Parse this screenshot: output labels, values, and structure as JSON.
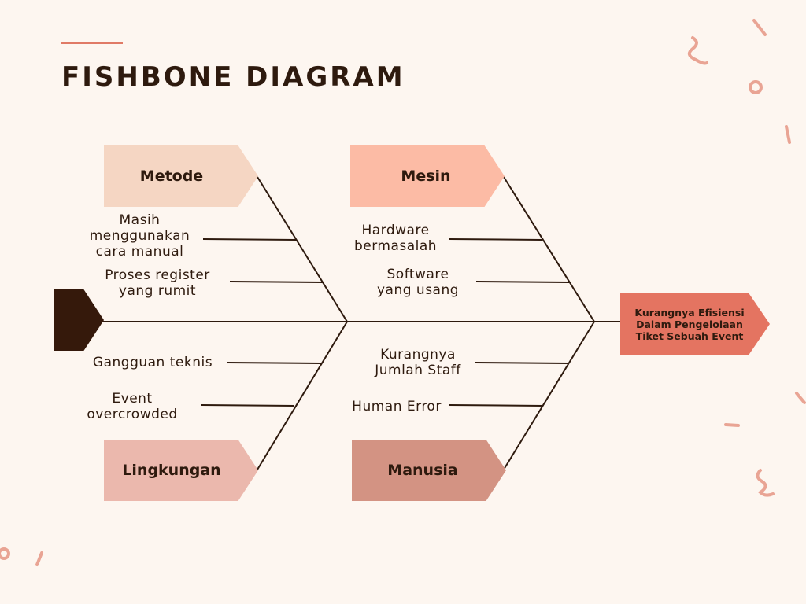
{
  "title": "FISHBONE DIAGRAM",
  "effect": "Kurangnya Efisiensi Dalam Pengelolaan Tiket Sebuah Event",
  "categories": {
    "metode": "Metode",
    "mesin": "Mesin",
    "lingkungan": "Lingkungan",
    "manusia": "Manusia"
  },
  "causes": {
    "metode_1": "Masih\nmenggunakan\ncara manual",
    "metode_2": "Proses register\nyang rumit",
    "mesin_1": "Hardware\nbermasalah",
    "mesin_2": "Software\nyang usang",
    "lingkungan_1": "Gangguan teknis",
    "lingkungan_2": "Event\novercrowded",
    "manusia_1": "Kurangnya\nJumlah Staff",
    "manusia_2": "Human Error"
  },
  "colors": {
    "background": "#fdf6f0",
    "accent": "#e07a66",
    "metode": "#f5d6c3",
    "mesin": "#fcbba5",
    "lingkungan": "#ebb8ad",
    "manusia": "#d39383",
    "effect": "#e47461",
    "tail": "#35190b",
    "lines": "#2e1a0e"
  }
}
